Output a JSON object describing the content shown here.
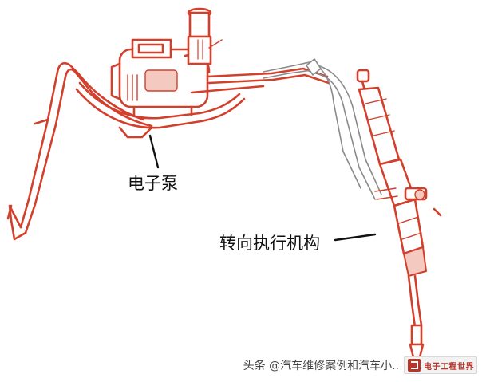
{
  "diagram": {
    "labels": {
      "pump": "电子泵",
      "actuator": "转向执行机构"
    },
    "colors": {
      "outline": "#d2402c",
      "fill": "#ffffff",
      "shading": "#f4c9bf",
      "hose_gray": "#8a8a8a",
      "leader": "#111111"
    }
  },
  "footer": {
    "credit": "头条 @汽车维修案例和汽车小..",
    "badge_text": "电子工程世界"
  }
}
